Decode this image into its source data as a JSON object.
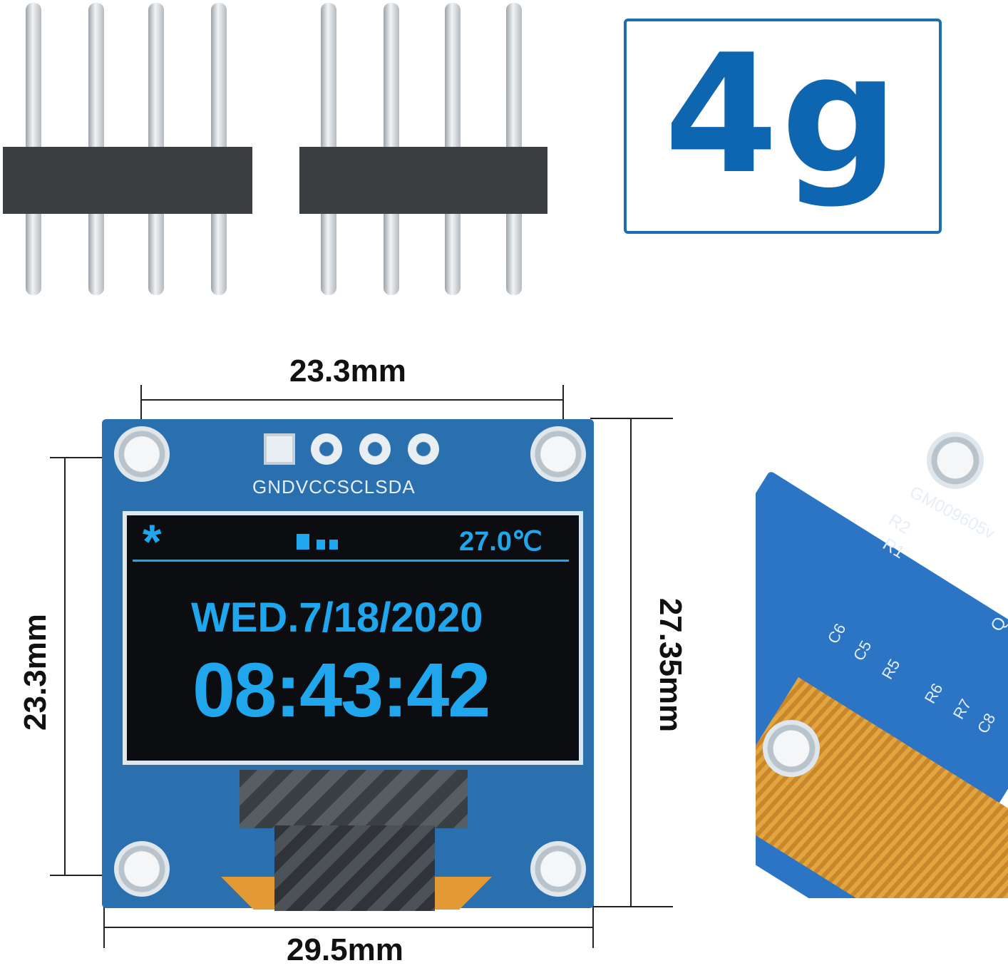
{
  "weight_badge": {
    "text": "4g",
    "color": "#0f66b0"
  },
  "dimensions": {
    "top_width": "23.3mm",
    "left_height": "23.3mm",
    "right_height": "27.35mm",
    "bottom_width": "29.5mm"
  },
  "board": {
    "pin_labels": "GNDVCCSCLSDA",
    "color": "#2a6fae"
  },
  "oled": {
    "status_icon": "bluetooth-asterisk-icon",
    "temperature": "27.0℃",
    "date": "WED.7/18/2020",
    "time": "08:43:42",
    "text_color": "#1fa6ec"
  },
  "angled_board": {
    "model": "GM009605v",
    "labels": [
      "R2",
      "R1",
      "C6",
      "C5",
      "R5",
      "R6",
      "R7",
      "C8",
      "Q"
    ]
  }
}
